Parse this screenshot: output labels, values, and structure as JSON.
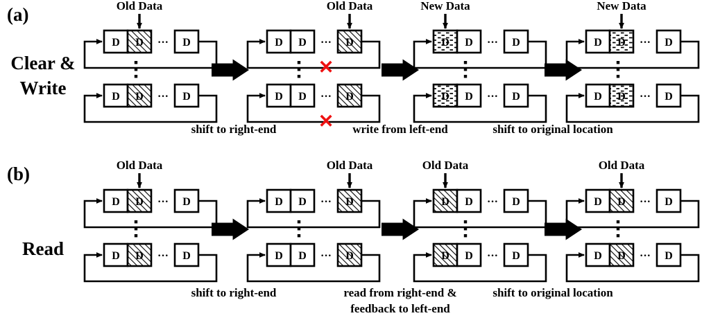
{
  "figure": {
    "title": "Shift-register memory write and read operation sequence",
    "colors": {
      "line": "#000000",
      "background": "#ffffff",
      "blocked_mark": "#ee1111",
      "hatch_fill": "#ffffff",
      "dash_fill": "#ffffff"
    }
  },
  "rows": [
    {
      "id": "a",
      "panel_label": "(a)",
      "row_label": "Clear & Write",
      "row_label_lines": [
        "Clear &",
        "Write"
      ],
      "steps": [
        {
          "index": 0,
          "data_label": "Old Data",
          "cells": [
            "D",
            "D",
            "D"
          ],
          "ellipsis": "···",
          "highlight_cell": 1,
          "highlight_style": "hatched",
          "grouped": "first-two",
          "blocked": false,
          "caption": ""
        },
        {
          "index": 1,
          "data_label": "Old Data",
          "cells": [
            "D",
            "D",
            "D"
          ],
          "ellipsis": "···",
          "highlight_cell": 2,
          "highlight_style": "hatched",
          "grouped": "split",
          "blocked": true,
          "blocked_mark": "✕",
          "caption": "shift to right-end"
        },
        {
          "index": 2,
          "data_label": "New Data",
          "cells": [
            "D",
            "D",
            "D"
          ],
          "ellipsis": "···",
          "highlight_cell": 0,
          "highlight_style": "dashed",
          "grouped": "first-two",
          "blocked": false,
          "caption": "write from left-end"
        },
        {
          "index": 3,
          "data_label": "New Data",
          "cells": [
            "D",
            "D",
            "D"
          ],
          "ellipsis": "···",
          "highlight_cell": 1,
          "highlight_style": "dashed",
          "grouped": "first-two",
          "blocked": false,
          "caption": "shift to original location"
        }
      ]
    },
    {
      "id": "b",
      "panel_label": "(b)",
      "row_label": "Read",
      "row_label_lines": [
        "Read"
      ],
      "steps": [
        {
          "index": 0,
          "data_label": "Old Data",
          "cells": [
            "D",
            "D",
            "D"
          ],
          "ellipsis": "···",
          "highlight_cell": 1,
          "highlight_style": "hatched",
          "grouped": "first-two",
          "blocked": false,
          "caption": ""
        },
        {
          "index": 1,
          "data_label": "Old Data",
          "cells": [
            "D",
            "D",
            "D"
          ],
          "ellipsis": "···",
          "highlight_cell": 2,
          "highlight_style": "hatched",
          "grouped": "split",
          "blocked": false,
          "caption": "shift to right-end"
        },
        {
          "index": 2,
          "data_label": "Old Data",
          "cells": [
            "D",
            "D",
            "D"
          ],
          "ellipsis": "···",
          "highlight_cell": 0,
          "highlight_style": "hatched",
          "grouped": "first-two",
          "blocked": false,
          "caption": "read from right-end & feedback to left-end",
          "caption_lines": [
            "read from right-end &",
            "feedback to left-end"
          ]
        },
        {
          "index": 3,
          "data_label": "Old Data",
          "cells": [
            "D",
            "D",
            "D"
          ],
          "ellipsis": "···",
          "highlight_cell": 1,
          "highlight_style": "hatched",
          "grouped": "first-two",
          "blocked": false,
          "caption": "shift to original location"
        }
      ]
    }
  ],
  "vertical_ellipsis": "⋮",
  "arrow_glyph": "➤"
}
